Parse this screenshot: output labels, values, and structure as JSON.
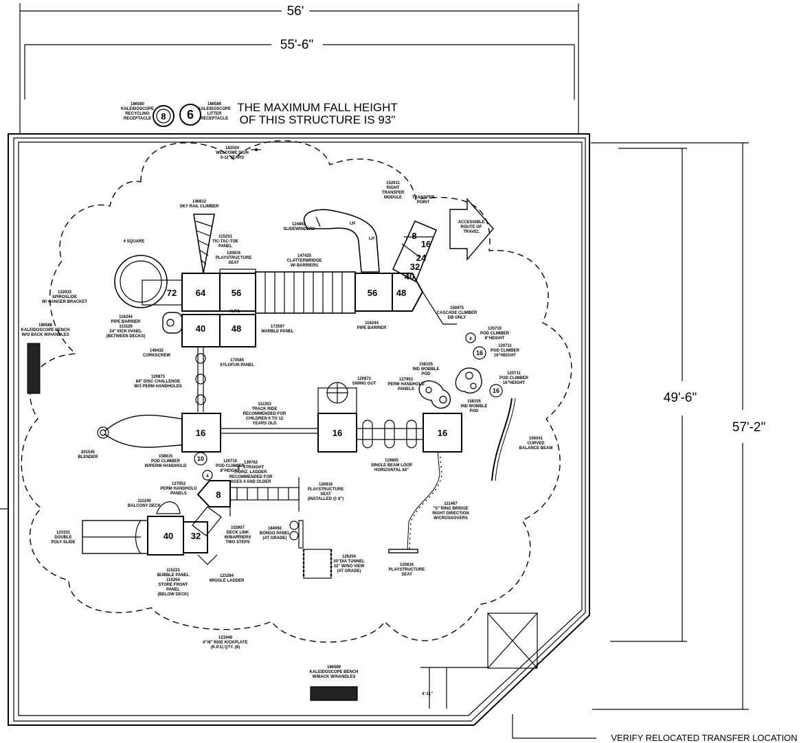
{
  "dimensions": {
    "overall_width": "56'",
    "inner_width": "55'-6\"",
    "inner_height": "49'-6\"",
    "overall_height": "57'-2\"",
    "offset": "4'-11\""
  },
  "header": {
    "fall_height_line1": "THE MAXIMUM FALL HEIGHT",
    "fall_height_line2": "OF THIS STRUCTURE IS 93\""
  },
  "footer_note": "VERIFY RELOCATED TRANSFER LOCATION",
  "deck_numbers": {
    "d72": "72",
    "d64": "64",
    "d56a": "56",
    "d56b": "56",
    "d48a": "48",
    "d40a": "40",
    "d48b": "48",
    "d16a": "16",
    "d16b": "16",
    "d16c": "16",
    "d40b": "40",
    "d32a": "32",
    "d8a": "8",
    "t8": "8",
    "t16": "16",
    "t24": "24",
    "t32": "32",
    "t40": "40"
  },
  "pods": {
    "p8a": "8",
    "p16a": "16",
    "p16b": "16",
    "p10": "10",
    "p8b": "8",
    "rec": "8",
    "lit": "6"
  },
  "kp": "K.P.1",
  "slide_lh": "LH",
  "labels": {
    "recycle": [
      "186580",
      "KALEIDOSCOPE",
      "RECYCLING",
      "RECEPTACLE"
    ],
    "litter": [
      "186589",
      "KALEIDOSCOPE",
      "LITTER",
      "RECEPTACLE"
    ],
    "welcome": [
      "182504",
      "WELCOME SIGN",
      "5-12 YEARS"
    ],
    "sky_rail": [
      "146812",
      "SKY RAIL CLIMBER"
    ],
    "right_transfer": [
      "152911",
      "RIGHT",
      "TRANSFER",
      "MODULE"
    ],
    "transfer_point": [
      "TRANSFER",
      "POINT"
    ],
    "accessible": [
      "ACCESSIBLE",
      "ROUTE OF",
      "TRAVEL"
    ],
    "four_square": [
      "4 SQUARE"
    ],
    "tic_tac": [
      "115231",
      "TIC-TAC-TOE",
      "PANEL"
    ],
    "ps_seat_top": [
      "120816",
      "PLAYSTRUCTURE",
      "SEAT"
    ],
    "slidewinder": [
      "124863",
      "SLIDEWINDER2"
    ],
    "clatter": [
      "147425",
      "CLATTERBRIDGE",
      "W/ BARRIERS"
    ],
    "spiroslide": [
      "122033",
      "SPIROSLIDE",
      "W/ HANGER BRACKET"
    ],
    "pipe_barrier": [
      "116244",
      "PIPE BARRIER",
      "111529",
      "24\" KICK PANEL",
      "(BETWEEN DECKS)"
    ],
    "bench_left": [
      "186588",
      "KALEIDOSCOPE BENCH",
      "W/O BACK W/HANDLES"
    ],
    "marble": [
      "173597",
      "MARBLE PANEL"
    ],
    "pipe_barrier2": [
      "116244",
      "PIPE BARRIER"
    ],
    "cascade": [
      "150975",
      "CASCADE CLIMBER",
      "DB ONLY"
    ],
    "pod8": [
      "120710",
      "POD CLIMBER",
      "8\"HEIGHT"
    ],
    "pod16a": [
      "120711",
      "POD CLIMBER",
      "16\"HEIGHT"
    ],
    "corkscrew": [
      "148432",
      "CORKSCREW"
    ],
    "xylofun": [
      "173585",
      "XYLOFUN PANEL"
    ],
    "wobble1": [
      "158105",
      "IND WOBBLE",
      "POD"
    ],
    "swing_out": [
      "120872",
      "SWING OUT"
    ],
    "pod16b": [
      "120711",
      "POD CLIMBER",
      "16\"HEIGHT"
    ],
    "disc": [
      "120873",
      "84\" DISC CHALLENGE",
      "W/3 PERM HANDHOLDS"
    ],
    "perm_hh1": [
      "127953",
      "PERM HANDHOLD",
      "PANELS"
    ],
    "wobble2": [
      "158105",
      "IND WOBBLE",
      "POD"
    ],
    "track_ride": [
      "111353",
      "TRACK RIDE",
      "RECOMMENDED FOR",
      "CHILDREN 6 TO 12",
      "YEARS OLD"
    ],
    "balance": [
      "100041",
      "CURVED",
      "BALANCE BEAM"
    ],
    "blender": [
      "201545",
      "BLENDER"
    ],
    "pod_perm": [
      "158915",
      "POD CLIMBER",
      "W/PERM HANDHOLD"
    ],
    "single_loop": [
      "119805",
      "SINGLE BEAM LOOP",
      "HORIZONTAL 84\""
    ],
    "pod8b": [
      "120710",
      "POD CLIMBER",
      "8\"HEIGHT"
    ],
    "horiz_ladder": [
      "139762",
      "2\" STRAIGHT",
      "HORIZ. LADDER",
      "RECOMMENDED FOR",
      "AGES 4 AND OLDER"
    ],
    "perm_hh2": [
      "127953",
      "PERM HANDHOLD",
      "PANELS"
    ],
    "ps_seat_mid": [
      "120816",
      "PLAYSTRUCTURE",
      "SEAT",
      "(INSTALLED @ 8\")"
    ],
    "ring_bridge": [
      "111467",
      "\"S\" RING BRIDGE",
      "RIGHT DIRECTION",
      "W/CROSSOVERS"
    ],
    "balcony": [
      "111240",
      "BALCONY DECK"
    ],
    "double_poly": [
      "123331",
      "DOUBLE",
      "POLY SLIDE"
    ],
    "deck_link": [
      "152907",
      "DECK LINK",
      "W/BARRIERS",
      "TWO STEPS"
    ],
    "bongo": [
      "184092",
      "BONGO PANEL",
      "(AT GRADE)"
    ],
    "tunnel": [
      "126204",
      "30\"DIA TUNNEL",
      "32\" W/NO VIEW",
      "(AT GRADE)"
    ],
    "ps_seat_bot": [
      "120816",
      "PLAYSTRUCTURE",
      "SEAT"
    ],
    "bubble": [
      "115223",
      "BUBBLE PANEL",
      "115254",
      "STORE FRONT",
      "PANEL",
      "(BELOW DECK)"
    ],
    "wiggle": [
      "123284",
      "WIGGLE LADDER"
    ],
    "kickplate": [
      "121948",
      "6\"/8\" RISE KICKPLATE",
      "(K.P.1) QTY. (6)"
    ],
    "bench_bottom": [
      "186589",
      "KALEIDOSCOPE BENCH",
      "W/BACK W/HANDLES"
    ]
  }
}
